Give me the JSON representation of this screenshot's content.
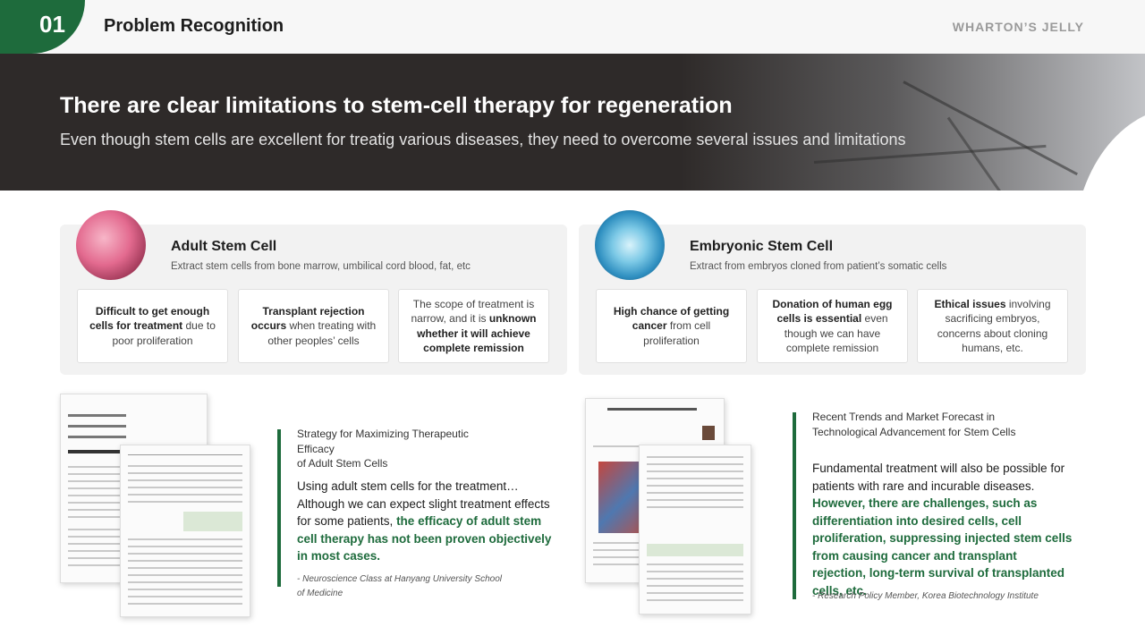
{
  "header": {
    "number": "01",
    "title": "Problem Recognition",
    "brand": "WHARTON’S JELLY"
  },
  "hero": {
    "title": "There are clear limitations to stem-cell therapy for regeneration",
    "subtitle": "Even though stem cells are excellent for treatig various diseases, they need to overcome several issues and limitations"
  },
  "adult": {
    "title": "Adult Stem Cell",
    "subtitle": "Extract stem cells from bone marrow, umbilical cord blood, fat, etc",
    "boxes": [
      {
        "bold": "Difficult to get enough cells for treatment",
        "rest": " due to poor proliferation"
      },
      {
        "bold": "Transplant rejection occurs",
        "rest": " when treating with other peoples’ cells"
      },
      {
        "pre": "The scope of treatment is narrow, and it is ",
        "bold": "unknown whether it will achieve complete remission"
      }
    ]
  },
  "embryonic": {
    "title": "Embryonic Stem Cell",
    "subtitle": "Extract from embryos cloned from patient’s somatic cells",
    "boxes": [
      {
        "bold": "High chance of getting cancer",
        "rest": " from cell proliferation"
      },
      {
        "bold": "Donation of human egg cells is essential",
        "rest": " even though we can have complete remission"
      },
      {
        "bold": "Ethical issues",
        "rest": " involving sacrificing embryos, concerns about cloning humans, etc."
      }
    ]
  },
  "quote_left": {
    "heading": [
      "Strategy for Maximizing Therapeutic",
      "Efficacy",
      "of Adult Stem Cells"
    ],
    "body": "Using adult stem cells for the treatment… Although we can expect slight treatment effects for some patients, ",
    "highlight": "the efficacy of adult stem cell therapy has not been proven objectively in most cases.",
    "source": "- Neuroscience Class at Hanyang University School of Medicine"
  },
  "quote_right": {
    "heading": [
      "Recent Trends and Market Forecast in",
      "Technological Advancement for Stem Cells"
    ],
    "body": "Fundamental treatment will also be possible for patients with rare and incurable diseases. ",
    "highlight": "However, there are challenges, such as differentiation into desired cells, cell proliferation, suppressing injected stem cells from causing cancer and transplant rejection, long-term survival of transplanted cells, etc.",
    "source": "- Research Policy Member, Korea Biotechnology Institute"
  },
  "colors": {
    "accent": "#1e6b3c",
    "hero_bg": "#2e2a29",
    "card_bg": "#f2f2f2"
  }
}
